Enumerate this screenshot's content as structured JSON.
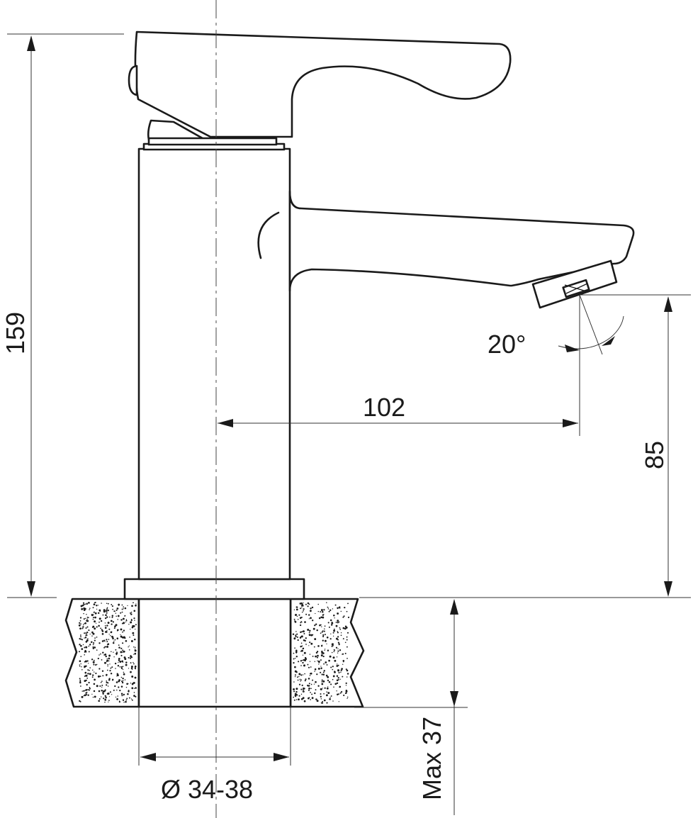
{
  "drawing": {
    "title": "",
    "colors": {
      "ink": "#1a1a1a",
      "paper": "#ffffff"
    },
    "dimensions": {
      "total_height": "159",
      "spout_reach": "102",
      "spout_height": "85",
      "spout_angle": "20°",
      "hole_diameter": "Ø 34-38",
      "max_thickness": "Max 37"
    }
  }
}
